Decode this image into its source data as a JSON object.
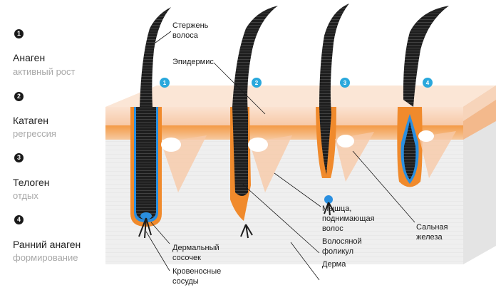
{
  "stages": [
    {
      "num": "1",
      "name": "Анаген",
      "desc": "активный рост"
    },
    {
      "num": "2",
      "name": "Катаген",
      "desc": "регрессия"
    },
    {
      "num": "3",
      "name": "Телоген",
      "desc": "отдых"
    },
    {
      "num": "4",
      "name": "Ранний анаген",
      "desc": "формирование"
    }
  ],
  "diagram_badges": [
    "1",
    "2",
    "3",
    "4"
  ],
  "labels": {
    "shaft_1": "Стержень",
    "shaft_2": "волоса",
    "epidermis": "Эпидермис",
    "papilla_1": "Дермальный",
    "papilla_2": "сосочек",
    "vessels_1": "Кровеносные",
    "vessels_2": "сосуды",
    "muscle_1": "Мышца,",
    "muscle_2": "поднимающая",
    "muscle_3": "волос",
    "follicle_1": "Волосяной",
    "follicle_2": "фоликул",
    "dermis": "Дерма",
    "gland_1": "Сальная",
    "gland_2": "железа"
  },
  "colors": {
    "hair": "#1e1e1e",
    "epidermis": "#f9d6bd",
    "orange": "#f08a2c",
    "dermis": "#ececec",
    "blue_badge": "#2aa8dc",
    "sheath": "#2a8fe0"
  }
}
